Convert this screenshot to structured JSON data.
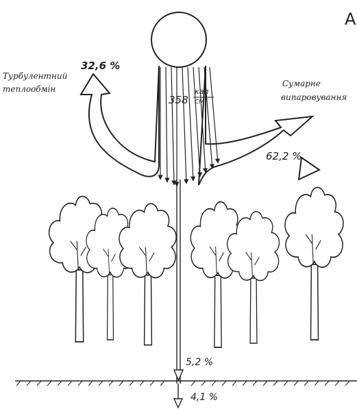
{
  "panel_letter": "A",
  "turbulent": {
    "line1": "Турбулентний",
    "line2": "теплообмін",
    "value": "32,6 %"
  },
  "evaporation": {
    "line1": "Сумарне",
    "line2": "випаровування",
    "value": "62,2 %"
  },
  "radiation": {
    "value": "358",
    "unit_num": "кал",
    "unit_den": "см²"
  },
  "canopy_penetration": "5,2 %",
  "soil_flux": "4,1 %",
  "colors": {
    "ink": "#222222",
    "background": "#ffffff"
  }
}
